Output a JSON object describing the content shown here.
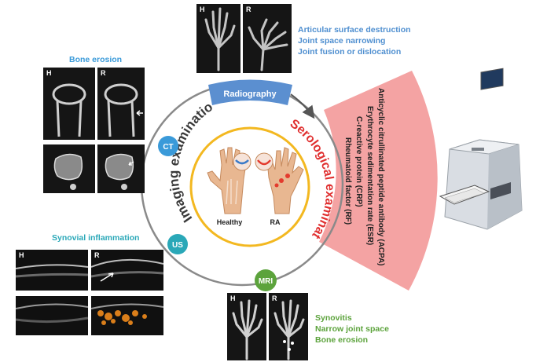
{
  "radiography": {
    "badge": "Radiography",
    "panel_tags": [
      "H",
      "R"
    ],
    "findings": [
      "Articular surface destruction",
      "Joint space narrowing",
      "Joint fusion or dislocation"
    ]
  },
  "ct": {
    "badge": "CT",
    "title": "Bone erosion",
    "panel_tags": [
      "H",
      "R"
    ]
  },
  "us": {
    "badge": "US",
    "title": "Synovial inflammation",
    "panel_tags": [
      "H",
      "R"
    ]
  },
  "mri": {
    "badge": "MRI",
    "panel_tags": [
      "H",
      "R"
    ],
    "findings": [
      "Synovitis",
      "Narrow joint space",
      "Bone erosion"
    ]
  },
  "center": {
    "imaging_label": "Imaging examination",
    "serological_label": "Serological examination",
    "healthy_label": "Healthy",
    "ra_label": "RA"
  },
  "serological_tests": [
    "Anticyclic citrullinated peptide antibody (ACPA)",
    "Erythrocyte sedimentation rate (ESR)",
    "C-reactive protein (CRP)",
    "Rheumatoid factor (RF)"
  ],
  "colors": {
    "radiography_badge": "#5b8fd0",
    "ct_badge": "#3a9ad9",
    "us_badge": "#2aa8b8",
    "mri_badge": "#5ca33c",
    "imaging_text": "#3a3a3a",
    "serological_text": "#e03030",
    "fan": "#f4a3a3",
    "inner_ring": "#f3b820"
  }
}
